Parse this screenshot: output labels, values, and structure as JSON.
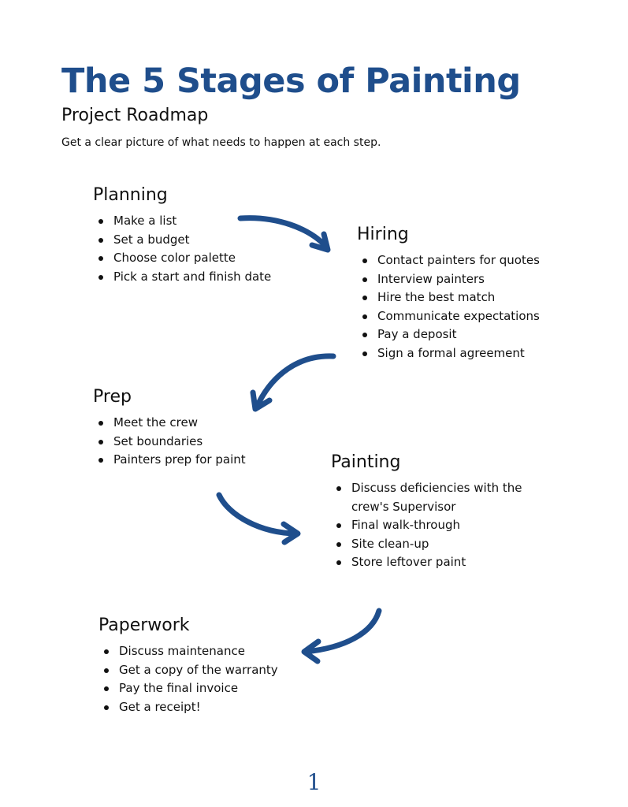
{
  "document": {
    "title": "The 5 Stages of Painting",
    "subtitle": "Project Roadmap",
    "intro": "Get a clear picture of what needs to happen at each step.",
    "page_number": "1",
    "accent_color": "#1f4e8c"
  },
  "stages": [
    {
      "title": "Planning",
      "items": [
        "Make a list",
        "Set a budget",
        "Choose color palette",
        "Pick a start and finish date"
      ]
    },
    {
      "title": "Hiring",
      "items": [
        "Contact painters for quotes",
        "Interview painters",
        "Hire the best match",
        "Communicate expectations",
        "Pay a deposit",
        "Sign a formal agreement"
      ]
    },
    {
      "title": "Prep",
      "items": [
        "Meet the crew",
        "Set boundaries",
        "Painters prep for paint"
      ]
    },
    {
      "title": "Painting",
      "items": [
        "Discuss deficiencies with the crew's Supervisor",
        "Final walk-through",
        "Site clean-up",
        "Store leftover paint"
      ]
    },
    {
      "title": "Paperwork",
      "items": [
        "Discuss maintenance",
        "Get a copy of the warranty",
        "Pay the final invoice",
        "Get a receipt!"
      ]
    }
  ]
}
